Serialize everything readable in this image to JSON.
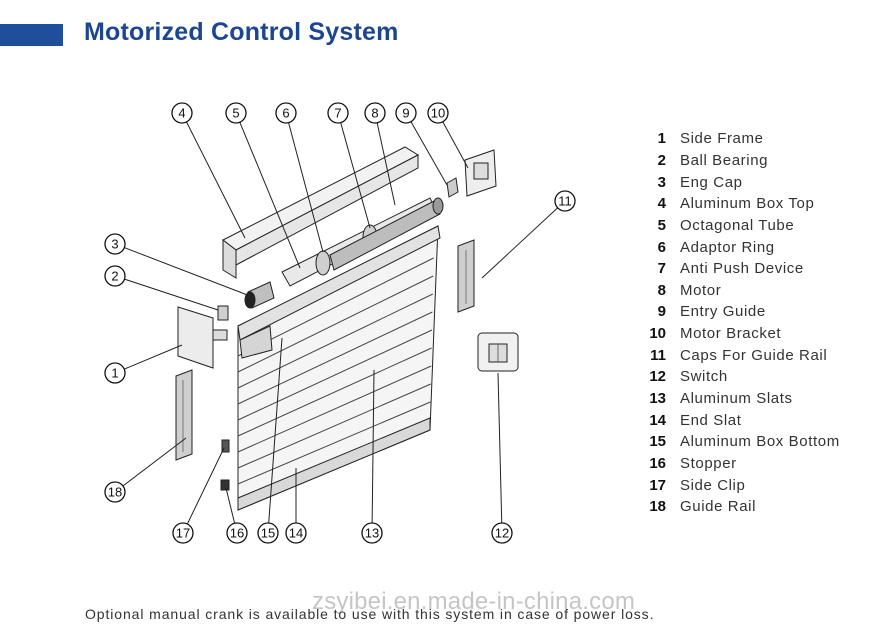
{
  "title": "Motorized Control System",
  "legend": [
    {
      "num": "1",
      "label": "Side Frame"
    },
    {
      "num": "2",
      "label": "Ball Bearing"
    },
    {
      "num": "3",
      "label": "Eng Cap"
    },
    {
      "num": "4",
      "label": "Aluminum Box Top"
    },
    {
      "num": "5",
      "label": "Octagonal Tube"
    },
    {
      "num": "6",
      "label": "Adaptor Ring"
    },
    {
      "num": "7",
      "label": "Anti Push Device"
    },
    {
      "num": "8",
      "label": "Motor"
    },
    {
      "num": "9",
      "label": "Entry Guide"
    },
    {
      "num": "10",
      "label": "Motor Bracket"
    },
    {
      "num": "11",
      "label": "Caps For Guide Rail"
    },
    {
      "num": "12",
      "label": "Switch"
    },
    {
      "num": "13",
      "label": "Aluminum Slats"
    },
    {
      "num": "14",
      "label": "End Slat"
    },
    {
      "num": "15",
      "label": "Aluminum Box Bottom"
    },
    {
      "num": "16",
      "label": "Stopper"
    },
    {
      "num": "17",
      "label": "Side Clip"
    },
    {
      "num": "18",
      "label": "Guide Rail"
    }
  ],
  "callouts": [
    "4",
    "5",
    "6",
    "7",
    "8",
    "9",
    "10",
    "3",
    "2",
    "1",
    "18",
    "11",
    "12",
    "13",
    "14",
    "15",
    "16",
    "17"
  ],
  "footnote": "Optional manual crank is available to use with this system in case of power loss.",
  "watermark": "zsyibei.en.made-in-china.com",
  "colors": {
    "title": "#1d4690",
    "accent_bar": "#1f4f9a",
    "line": "#222222"
  }
}
